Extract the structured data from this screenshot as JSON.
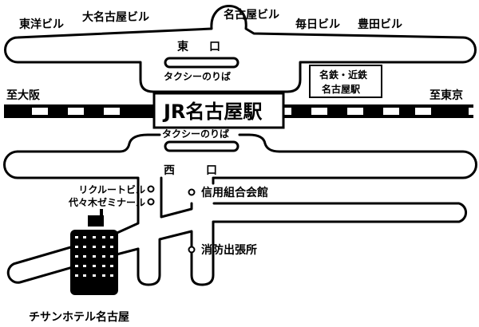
{
  "map": {
    "station": "JR名古屋駅",
    "east_exit": [
      "東",
      "口"
    ],
    "west_exit": [
      "西",
      "口"
    ],
    "taxi_east": "タクシーのりば",
    "taxi_west": "タクシーのりば",
    "to_osaka": "至大阪",
    "to_tokyo": "至東京",
    "meitetsu": [
      "名鉄・近鉄",
      "名古屋駅"
    ],
    "buildings_top": [
      "東洋ビル",
      "大名古屋ビル",
      "名古屋ビル",
      "毎日ビル",
      "豊田ビル"
    ],
    "landmarks_west": [
      "リクルートビル",
      "代々木ゼミナール"
    ],
    "landmarks_east": [
      "信用組合会館",
      "消防出張所"
    ],
    "hotel": "チサンホテル名古屋"
  }
}
